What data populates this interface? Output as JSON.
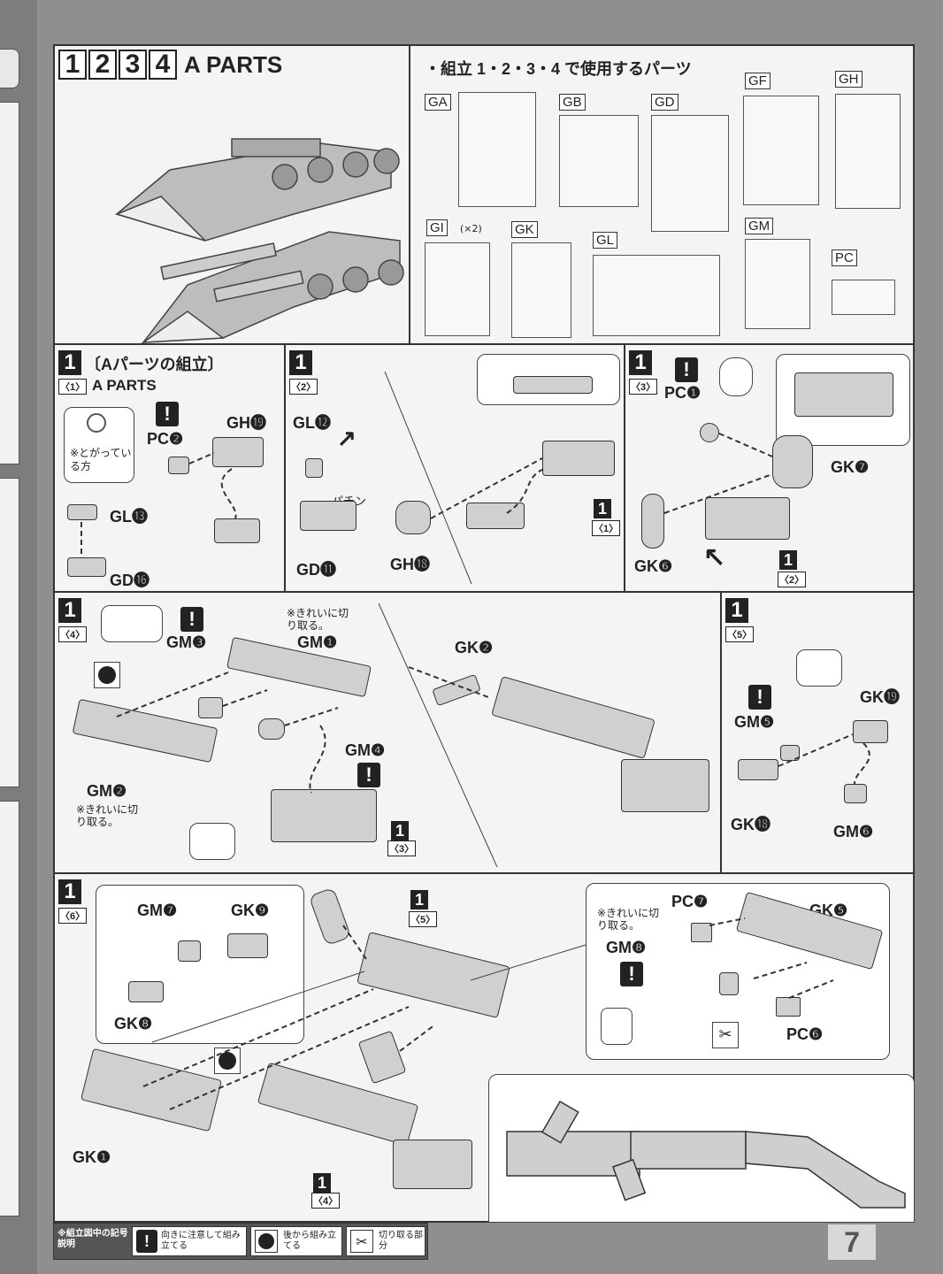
{
  "page_number": "7",
  "header": {
    "steps": [
      "1",
      "2",
      "3",
      "4"
    ],
    "title": "A PARTS",
    "parts_used_caption": "・組立 1・2・3・4 で使用するパーツ"
  },
  "runners": [
    {
      "code": "GA",
      "note": ""
    },
    {
      "code": "GB",
      "note": ""
    },
    {
      "code": "GD",
      "note": ""
    },
    {
      "code": "GF",
      "note": ""
    },
    {
      "code": "GH",
      "note": ""
    },
    {
      "code": "GI",
      "note": "(×2)"
    },
    {
      "code": "GK",
      "note": ""
    },
    {
      "code": "GL",
      "note": ""
    },
    {
      "code": "GM",
      "note": ""
    },
    {
      "code": "PC",
      "note": ""
    }
  ],
  "panel1": {
    "step": "1",
    "sub": "〈1〉",
    "title_jp": "〔Aパーツの組立〕",
    "title_en": "A PARTS",
    "callout": "※とがっている方",
    "labels": {
      "pc2": "PC❷",
      "gh19": "GH⓳",
      "gl13": "GL⓭",
      "gd16": "GD⓰"
    }
  },
  "panel2": {
    "step": "1",
    "sub": "〈2〉",
    "labels": {
      "gl12": "GL⓬",
      "pachin": "パチン",
      "gd11": "GD⓫",
      "gh18": "GH⓲",
      "ref": "1",
      "ref_sub": "〈1〉"
    }
  },
  "panel3": {
    "step": "1",
    "sub": "〈3〉",
    "labels": {
      "pc1": "PC❶",
      "gk7": "GK❼",
      "gk6": "GK❻",
      "ref": "1",
      "ref_sub": "〈2〉"
    }
  },
  "panel4": {
    "step": "1",
    "sub": "〈4〉",
    "labels": {
      "gm3": "GM❸",
      "gm1": "GM❶",
      "note_top": "※きれいに切り取る。",
      "gm4": "GM❹",
      "gm2": "GM❷",
      "note_bottom": "※きれいに切り取る。",
      "gk2": "GK❷",
      "ref": "1",
      "ref_sub": "〈3〉"
    }
  },
  "panel5": {
    "step": "1",
    "sub": "〈5〉",
    "labels": {
      "gm5": "GM❺",
      "gk19": "GK⓳",
      "gk18": "GK⓲",
      "gm6": "GM❻"
    }
  },
  "panel6": {
    "step": "1",
    "sub": "〈6〉",
    "labels": {
      "gm7": "GM❼",
      "gk9": "GK❾",
      "gk8": "GK❽",
      "gk1": "GK❶",
      "ref5": "1",
      "ref5_sub": "〈5〉",
      "ref4": "1",
      "ref4_sub": "〈4〉",
      "note": "※きれいに切り取る。",
      "pc7": "PC❼",
      "gk5": "GK❺",
      "gm8": "GM❽",
      "pc6": "PC❻"
    }
  },
  "footer": {
    "legend_title": "※組立図中の記号説明",
    "items": [
      {
        "icon": "warning-icon",
        "text": "向きに注意して組み立てる"
      },
      {
        "icon": "back-assembly-icon",
        "text": "後から組み立てる"
      },
      {
        "icon": "cut-icon",
        "text": "切り取る部分"
      }
    ]
  }
}
